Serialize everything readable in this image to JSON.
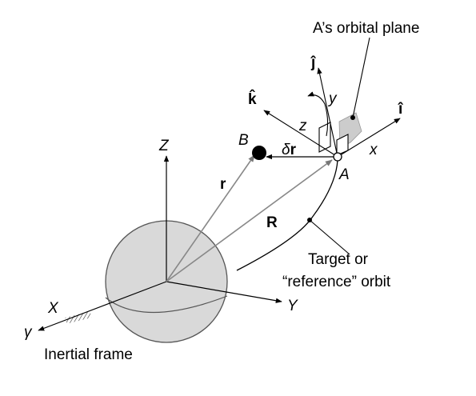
{
  "labels": {
    "orbital_plane": "A’s orbital plane",
    "j_hat": "ĵ",
    "k_hat": "k̂",
    "i_hat": "î",
    "y_local": "y",
    "z_local": "z",
    "x_local": "x",
    "point_B": "B",
    "delta_r_delta": "δ",
    "delta_r_r": "r",
    "point_A": "A",
    "Z_axis": "Z",
    "r_vec": "r",
    "R_vec": "R",
    "target_line1": "Target or",
    "target_line2": "“reference” orbit",
    "X_axis": "X",
    "Y_axis": "Y",
    "gamma": "γ",
    "inertial_frame": "Inertial frame"
  },
  "colors": {
    "earth_fill": "#d9d9d9",
    "earth_stroke": "#555555",
    "vector_gray": "#888888",
    "plane_patch": "#cccccc",
    "ink": "#000000"
  }
}
